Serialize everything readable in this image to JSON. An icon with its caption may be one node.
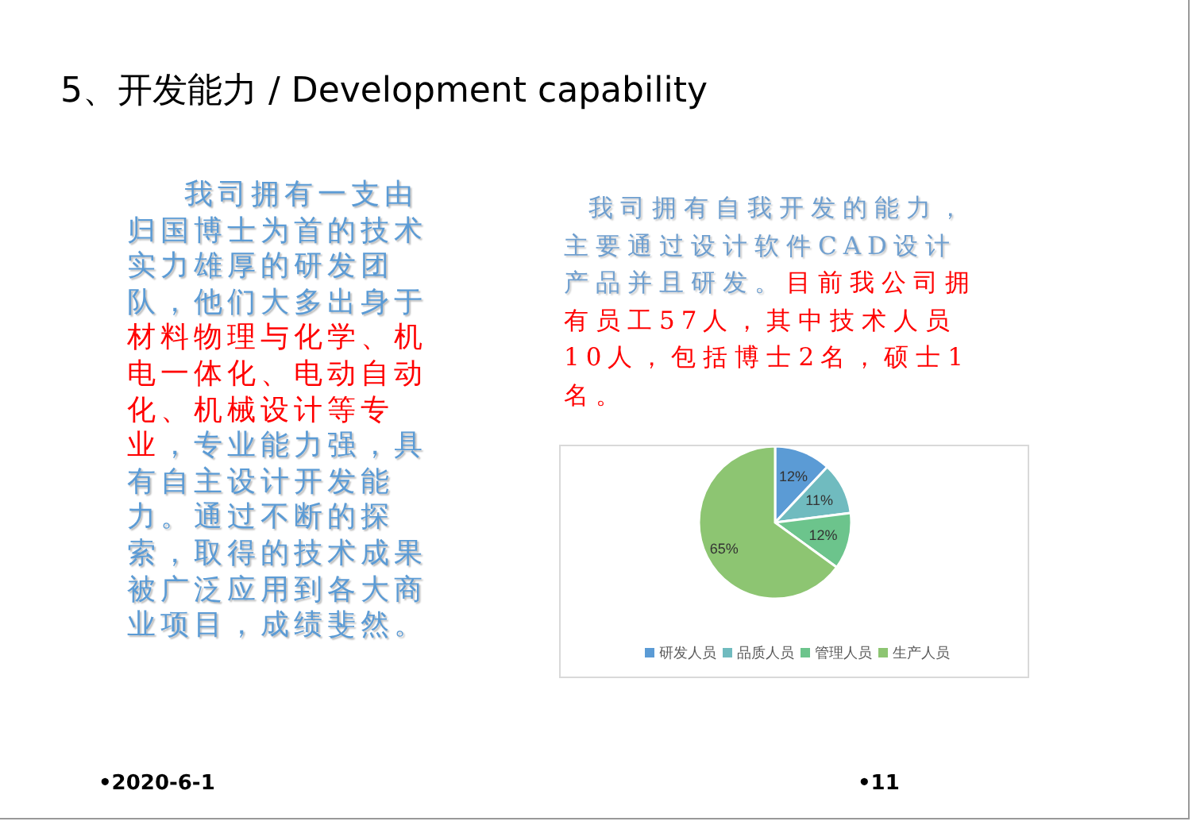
{
  "diagram": {
    "title": "5、开发能力 / Development capability",
    "labels": [
      "我司拥有一支由归国博士为首的技术实力雄厚的研发团队，他们大多出身于**材料物理与化学、机电一体化、电动自动化、机械设计等专业**，专业能力强，具有自主设计开发能力。通过不断的探索，取得的技术成果被广泛应用到各大商业项目，成绩斐然。",
      "我司拥有自我开发的能力，主要通过设计软件CAD设计产品并且研发。**目前我公司拥有员工57人，其中技术人员10人，包括博士2名，硕士1名。**",
      "•2020-6-1",
      "•11"
    ],
    "chart_data": {
      "type": "pie",
      "categories": [
        "研发人员",
        "品质人员",
        "管理人员",
        "生产人员"
      ],
      "series": [
        {
          "values": [
            12,
            11,
            12,
            65
          ]
        }
      ],
      "value_labels": [
        "12%",
        "11%",
        "12%",
        "65%"
      ],
      "legend": "bottom"
    }
  }
}
